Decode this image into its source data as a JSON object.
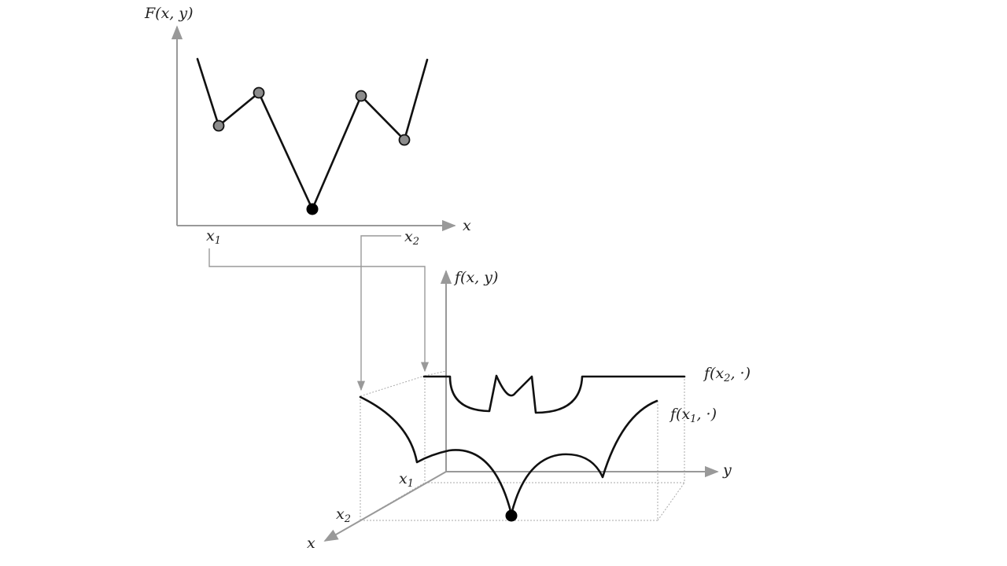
{
  "top_plot": {
    "y_axis_label": "F(x, y)",
    "x_axis_label": "x",
    "x1_label": "x",
    "x1_sub": "1",
    "x2_label": "x",
    "x2_sub": "2"
  },
  "bottom_plot": {
    "z_axis_label": "f(x, y)",
    "y_axis_label": "y",
    "x_axis_label": "x",
    "x1_label": "x",
    "x1_sub": "1",
    "x2_label": "x",
    "x2_sub": "2",
    "curve_x2_label": "f(x",
    "curve_x2_sub": "2",
    "curve_x2_tail": ", ·)",
    "curve_x1_label": "f(x",
    "curve_x1_sub": "1",
    "curve_x1_tail": ", ·)"
  },
  "colors": {
    "axis": "#999999",
    "curve": "#111111",
    "local_min": "#8c8c8c",
    "global_min": "#000000"
  }
}
